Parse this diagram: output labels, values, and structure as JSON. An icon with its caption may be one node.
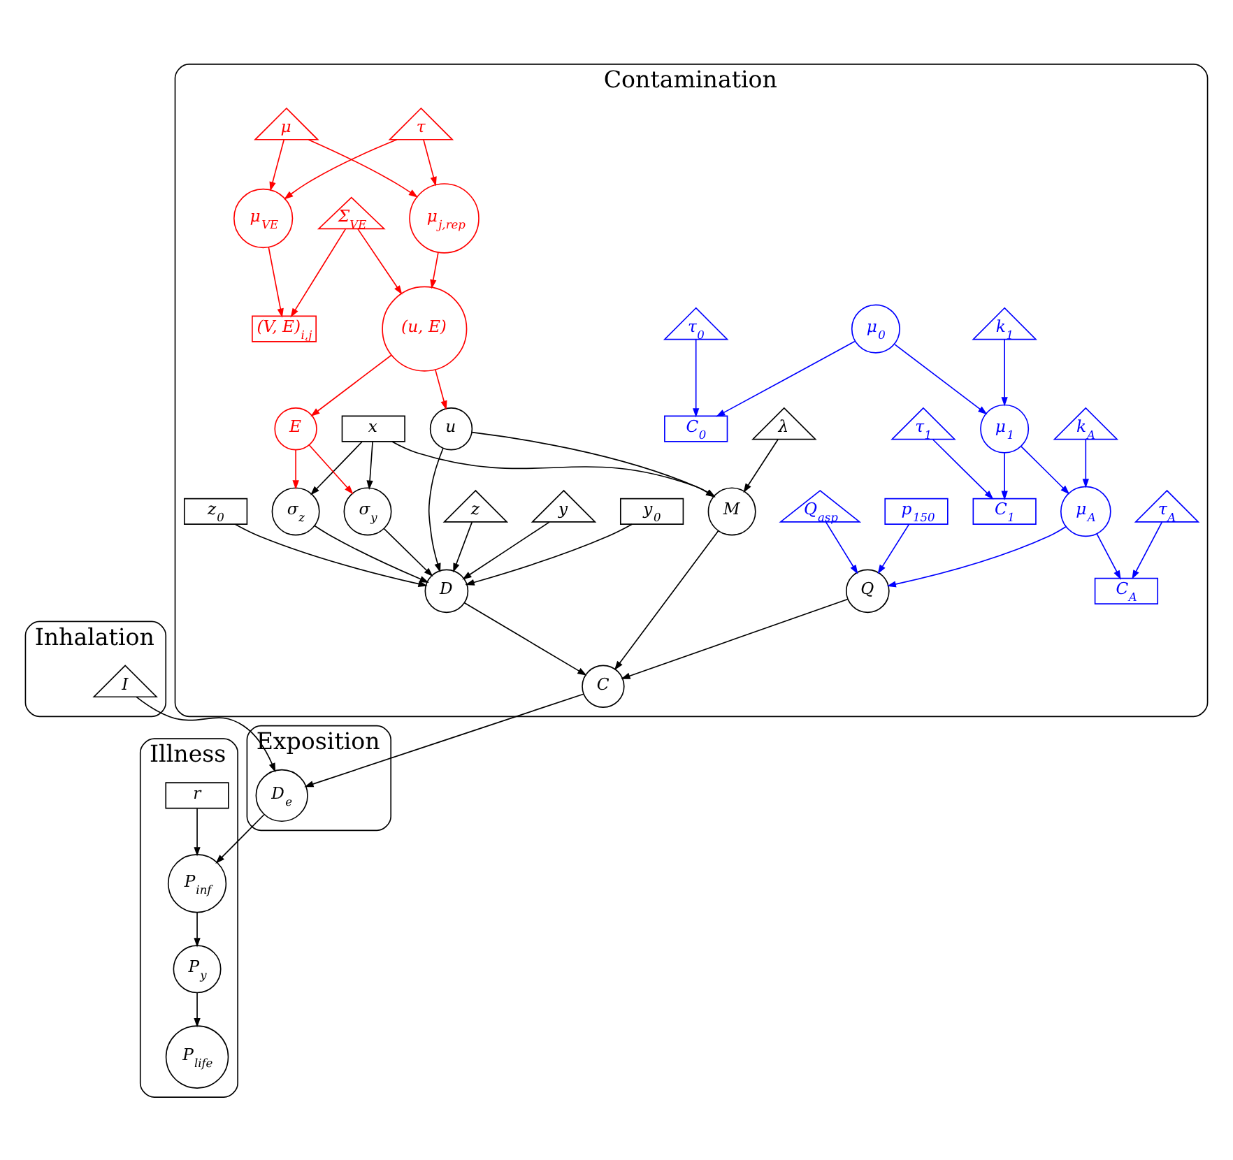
{
  "diagram": {
    "nodes": [
      {
        "text": [
          "Contamination"
        ]
      },
      {
        "text": [
          "x"
        ],
        "in": 0
      },
      {
        "text": [
          "τ"
        ],
        "in": 0
      },
      {
        "text": [
          "μ$_{VE}$"
        ],
        "in": 0
      },
      {
        "text": [
          "μ"
        ],
        "in": 0
      },
      {
        "text": [
          "μ$_{j,rep}$"
        ],
        "in": 0
      },
      {
        "text": [
          "E"
        ],
        "in": 0
      },
      {
        "text": [
          "σ$_{y}$"
        ],
        "in": 0
      },
      {
        "text": [
          "y$_{0}$"
        ],
        "in": 0
      },
      {
        "text": [
          "y"
        ],
        "in": 0
      },
      {
        "text": [
          "(V, E)$_{i,j}$"
        ],
        "in": 0
      },
      {
        "text": [
          "Σ$_{VE}$"
        ],
        "in": 0
      },
      {
        "text": [
          "(u, E)"
        ],
        "in": 0
      },
      {
        "text": [
          "σ$_{z}$"
        ],
        "in": 0
      },
      {
        "text": [
          "D"
        ],
        "in": 0
      },
      {
        "text": [
          "z"
        ],
        "in": 0
      },
      {
        "text": [
          "z$_{0}$"
        ],
        "in": 0
      },
      {
        "text": [
          "k$_{1}$"
        ],
        "in": 0
      },
      {
        "text": [
          "μ$_{0}$"
        ],
        "in": 0
      },
      {
        "text": [
          "C$_{0}$"
        ],
        "in": 0
      },
      {
        "text": [
          "τ$_{0}$"
        ],
        "in": 0
      },
      {
        "text": [
          "k$_{A}$"
        ],
        "in": 0
      },
      {
        "text": [
          "μ$_{1}$"
        ],
        "in": 0
      },
      {
        "text": [
          "C$_{1}$"
        ],
        "in": 0
      },
      {
        "text": [
          "τ$_{1}$"
        ],
        "in": 0
      },
      {
        "text": [
          "u"
        ],
        "in": 0
      },
      {
        "text": [
          "C"
        ],
        "in": 0
      },
      {
        "text": [
          "Q"
        ],
        "in": 0
      },
      {
        "text": [
          "μ$_{A}$"
        ],
        "in": 0
      },
      {
        "text": [
          "C$_{A}$"
        ],
        "in": 0
      },
      {
        "text": [
          "τ$_{A}$"
        ],
        "in": 0
      },
      {
        "text": [
          "λ"
        ],
        "in": 0
      },
      {
        "text": [
          "M"
        ],
        "in": 0
      },
      {
        "text": [
          "Q$_{asp}$"
        ],
        "in": 0
      },
      {
        "text": [
          "p$_{150}$"
        ],
        "in": 0
      },
      {
        "text": [
          "Exposition"
        ]
      },
      {
        "text": [
          "D$_{e}$"
        ],
        "in": 35
      },
      {
        "text": [
          "Illness"
        ]
      },
      {
        "text": [
          "P$_{inf}$"
        ],
        "in": 37
      },
      {
        "text": [
          "P$_{y}$"
        ],
        "in": 37
      },
      {
        "text": [
          "r"
        ],
        "in": 37
      },
      {
        "text": [
          "P$_{life}$"
        ],
        "in": 37
      },
      {
        "text": [
          "Inhalation"
        ]
      },
      {
        "text": [
          "I"
        ],
        "in": 42
      }
    ],
    "edges": [
      {
        "from": 1,
        "to": 7,
        "arrow": "to"
      },
      {
        "from": 1,
        "to": 13,
        "arrow": "to"
      },
      {
        "from": 1,
        "to": 32,
        "arrow": "to"
      },
      {
        "from": 2,
        "to": 3,
        "arrow": "to",
        "color": "#ff0000"
      },
      {
        "from": 2,
        "to": 5,
        "arrow": "to",
        "color": "#ff0000"
      },
      {
        "from": 4,
        "to": 3,
        "arrow": "to",
        "color": "#ff0000"
      },
      {
        "from": 4,
        "to": 5,
        "arrow": "to",
        "color": "#ff0000"
      },
      {
        "from": 3,
        "to": 10,
        "arrow": "to",
        "color": "#ff0000"
      },
      {
        "from": 5,
        "to": 12,
        "arrow": "to",
        "color": "#ff0000"
      },
      {
        "from": 11,
        "to": 10,
        "arrow": "to",
        "color": "#ff0000"
      },
      {
        "from": 11,
        "to": 12,
        "arrow": "to",
        "color": "#ff0000"
      },
      {
        "from": 12,
        "to": 6,
        "arrow": "to",
        "color": "#ff0000"
      },
      {
        "from": 12,
        "to": 25,
        "arrow": "to",
        "color": "#ff0000"
      },
      {
        "from": 6,
        "to": 7,
        "arrow": "to",
        "color": "#ff0000"
      },
      {
        "from": 6,
        "to": 13,
        "arrow": "to",
        "color": "#ff0000"
      },
      {
        "from": 7,
        "to": 14,
        "arrow": "to"
      },
      {
        "from": 13,
        "to": 14,
        "arrow": "to"
      },
      {
        "from": 8,
        "to": 14,
        "arrow": "to"
      },
      {
        "from": 9,
        "to": 14,
        "arrow": "to"
      },
      {
        "from": 15,
        "to": 14,
        "arrow": "to"
      },
      {
        "from": 16,
        "to": 14,
        "arrow": "to"
      },
      {
        "from": 25,
        "to": 14,
        "arrow": "to"
      },
      {
        "from": 14,
        "to": 26,
        "arrow": "to"
      },
      {
        "from": 25,
        "to": 32,
        "arrow": "to"
      },
      {
        "from": 31,
        "to": 32,
        "arrow": "to"
      },
      {
        "from": 32,
        "to": 26,
        "arrow": "to"
      },
      {
        "from": 27,
        "to": 26,
        "arrow": "to"
      },
      {
        "from": 17,
        "to": 22,
        "arrow": "to",
        "color": "#0000ff"
      },
      {
        "from": 18,
        "to": 22,
        "arrow": "to",
        "color": "#0000ff"
      },
      {
        "from": 18,
        "to": 19,
        "arrow": "to",
        "color": "#0000ff"
      },
      {
        "from": 20,
        "to": 19,
        "arrow": "to",
        "color": "#0000ff"
      },
      {
        "from": 22,
        "to": 23,
        "arrow": "to",
        "color": "#0000ff"
      },
      {
        "from": 24,
        "to": 23,
        "arrow": "to",
        "color": "#0000ff"
      },
      {
        "from": 21,
        "to": 28,
        "arrow": "to",
        "color": "#0000ff"
      },
      {
        "from": 22,
        "to": 28,
        "arrow": "to",
        "color": "#0000ff"
      },
      {
        "from": 28,
        "to": 29,
        "arrow": "to",
        "color": "#0000ff"
      },
      {
        "from": 30,
        "to": 29,
        "arrow": "to",
        "color": "#0000ff"
      },
      {
        "from": 28,
        "to": 27,
        "arrow": "to",
        "color": "#0000ff"
      },
      {
        "from": 33,
        "to": 27,
        "arrow": "to",
        "color": "#0000ff"
      },
      {
        "from": 34,
        "to": 27,
        "arrow": "to",
        "color": "#0000ff"
      },
      {
        "from": 26,
        "to": 36,
        "arrow": "to"
      },
      {
        "from": 43,
        "to": 36,
        "arrow": "to"
      },
      {
        "from": 36,
        "to": 38,
        "arrow": "to"
      },
      {
        "from": 40,
        "to": 38,
        "arrow": "to"
      },
      {
        "from": 38,
        "to": 39,
        "arrow": "to"
      },
      {
        "from": 39,
        "to": 41,
        "arrow": "to"
      }
    ]
  }
}
